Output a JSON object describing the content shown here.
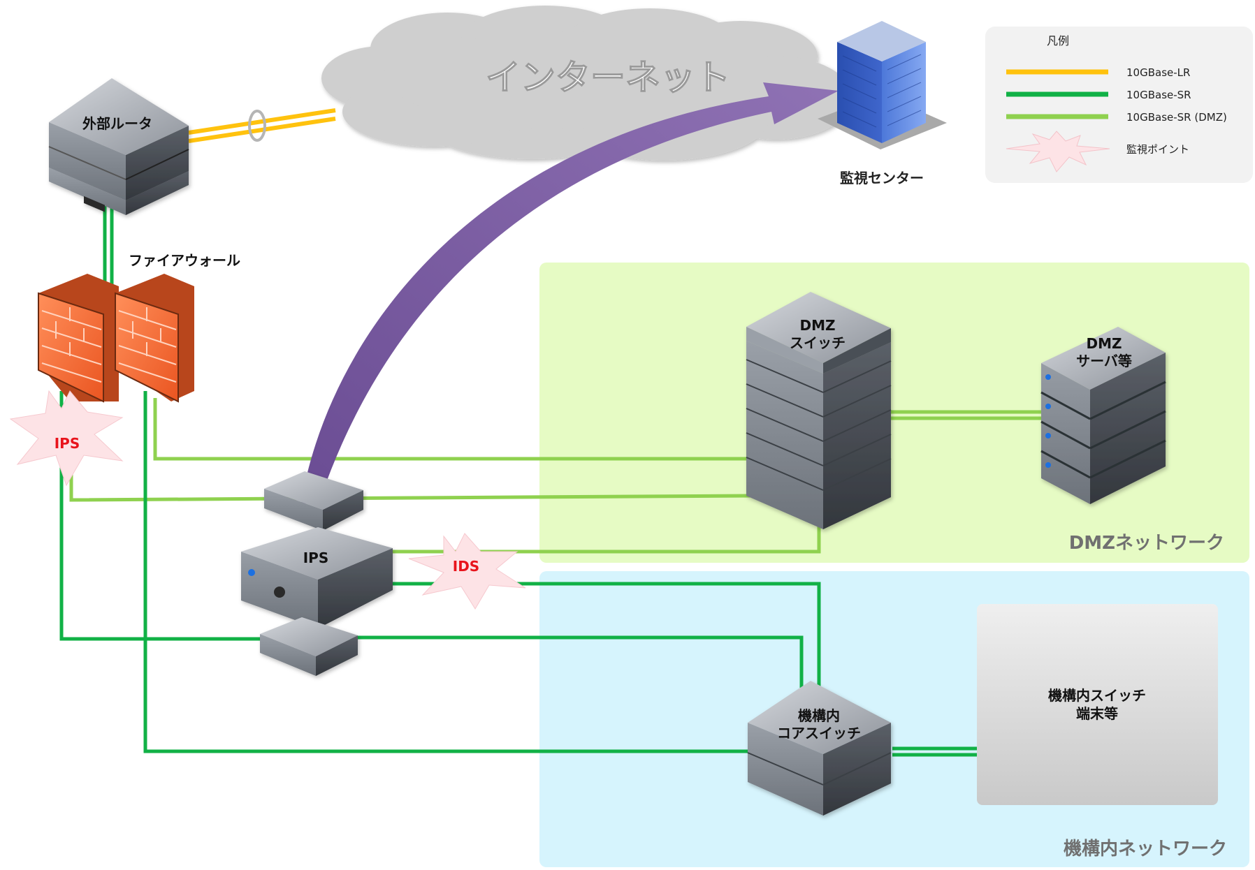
{
  "colors": {
    "lr": "#ffc20e",
    "sr": "#11b146",
    "sr_dmz": "#8fd14f",
    "dmz_zone": "#e6fbc4",
    "internal_zone": "#d6f4fd",
    "monitor_star": "#fde3e6",
    "monitor_text": "#e8141c",
    "firewall": "#f26b32",
    "arrow": "#7e5fa2",
    "cloud": "#cfcfcf"
  },
  "internet": {
    "label": "インターネット"
  },
  "monitoring_center": {
    "label": "監視センター"
  },
  "legend": {
    "title": "凡例",
    "items": [
      {
        "label": "10GBase-LR",
        "kind": "line",
        "color": "#ffc20e"
      },
      {
        "label": "10GBase-SR",
        "kind": "line",
        "color": "#11b146"
      },
      {
        "label": "10GBase-SR (DMZ)",
        "kind": "line",
        "color": "#8fd14f"
      },
      {
        "label": "監視ポイント",
        "kind": "star",
        "color": "#fde3e6"
      }
    ]
  },
  "devices": {
    "router": {
      "label": "外部ルータ"
    },
    "firewall": {
      "label": "ファイアウォール"
    },
    "ips": {
      "label": "IPS"
    },
    "dmz_switch": {
      "label_line1": "DMZ",
      "label_line2": "スイッチ"
    },
    "dmz_servers": {
      "label_line1": "DMZ",
      "label_line2": "サーバ等"
    },
    "core_switch": {
      "label_line1": "機構内",
      "label_line2": "コアスイッチ"
    },
    "internal_block": {
      "label_line1": "機構内スイッチ",
      "label_line2": "端末等"
    }
  },
  "monitor_points": {
    "ips_label": "IPS",
    "ids_label": "IDS"
  },
  "zones": {
    "dmz": "DMZネットワーク",
    "internal": "機構内ネットワーク"
  }
}
